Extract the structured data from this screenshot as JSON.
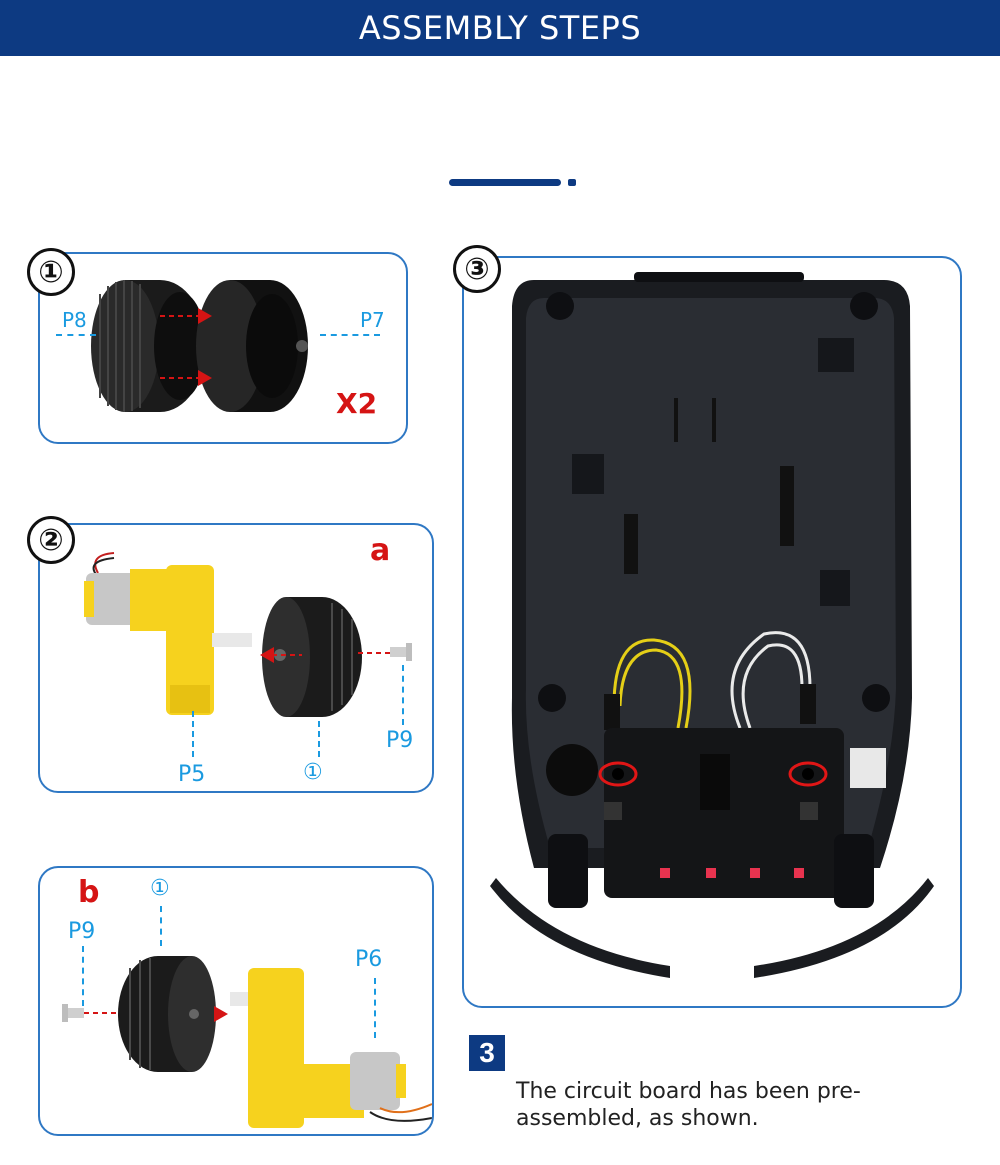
{
  "header": {
    "title": "ASSEMBLY STEPS"
  },
  "colors": {
    "header_bg": "#0d3a82",
    "panel_border": "#2f78c4",
    "label_blue": "#1a9ae0",
    "accent_red": "#d51414",
    "motor_yellow": "#f6d21e",
    "tire_black": "#1b1b1b"
  },
  "steps": {
    "step1": {
      "number": "①",
      "left_label": "P8",
      "right_label": "P7",
      "multiplier": "X2"
    },
    "step2": {
      "number": "②",
      "sub": "a",
      "labels": {
        "motor": "P5",
        "screw": "P9",
        "wheel": "①"
      }
    },
    "step2b": {
      "sub": "b",
      "labels": {
        "screw": "P9",
        "wheel": "①",
        "motor": "P6"
      }
    },
    "step3": {
      "number": "③"
    }
  },
  "caption": {
    "badge": "3",
    "text": "The circuit board has been pre-assembled, as shown."
  }
}
